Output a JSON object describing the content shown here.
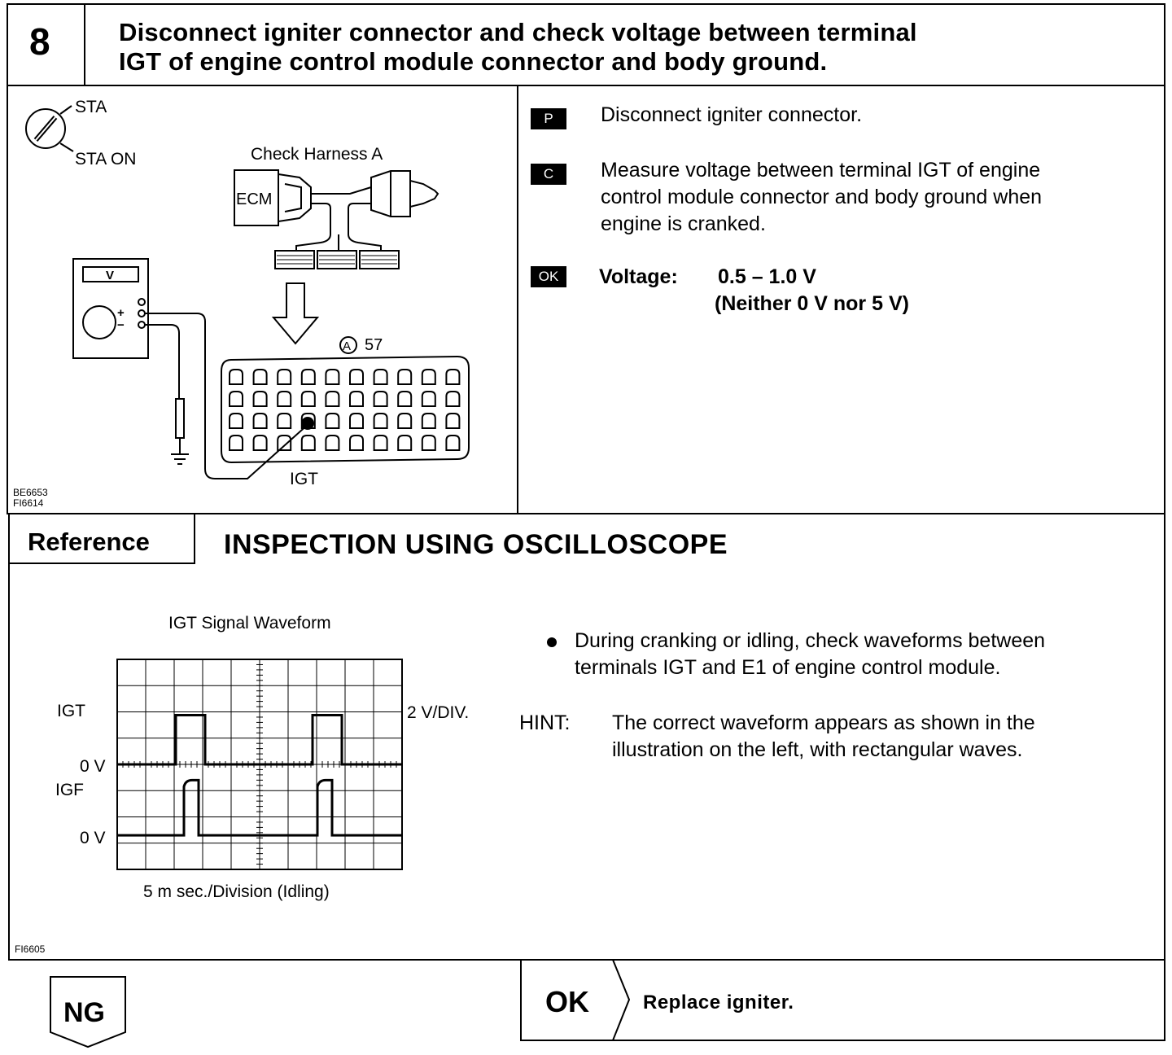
{
  "step": {
    "number": "8",
    "title_line1": "Disconnect igniter connector and check voltage between terminal",
    "title_line2": "IGT of engine control module connector and body ground."
  },
  "figure1": {
    "ignition_sta": "STA",
    "ignition_sta_on": "STA ON",
    "check_harness": "Check Harness A",
    "ecm": "ECM",
    "meter_v": "V",
    "meter_plus": "+",
    "meter_minus": "−",
    "connector_ref": "57",
    "connector_letter": "A",
    "igt_label": "IGT",
    "code1": "BE6653",
    "code2": "FI6614"
  },
  "instructions": {
    "p_tag": "P",
    "p_text": "Disconnect igniter connector.",
    "c_tag": "C",
    "c_line1": "Measure voltage between terminal IGT of engine",
    "c_line2": "control module connector and body ground when",
    "c_line3": "engine is cranked.",
    "ok_tag": "OK",
    "ok_label": "Voltage:",
    "ok_value": "0.5 – 1.0 V",
    "ok_note": "(Neither 0 V nor 5 V)"
  },
  "reference": {
    "label": "Reference",
    "title": "INSPECTION USING OSCILLOSCOPE"
  },
  "waveform": {
    "title": "IGT Signal Waveform",
    "igt": "IGT",
    "zero_v_1": "0 V",
    "igf": "IGF",
    "zero_v_2": "0 V",
    "scale": "2 V/DIV.",
    "time_base": "5 m sec./Division (Idling)",
    "code": "FI6605"
  },
  "notes": {
    "bullet_line1": "During cranking or idling, check waveforms between",
    "bullet_line2": "terminals IGT and E1 of engine control module.",
    "hint_label": "HINT:",
    "hint_line1": "The correct waveform appears as shown in the",
    "hint_line2": "illustration on the left, with rectangular waves."
  },
  "result": {
    "ng": "NG",
    "ok": "OK",
    "action": "Replace igniter."
  }
}
